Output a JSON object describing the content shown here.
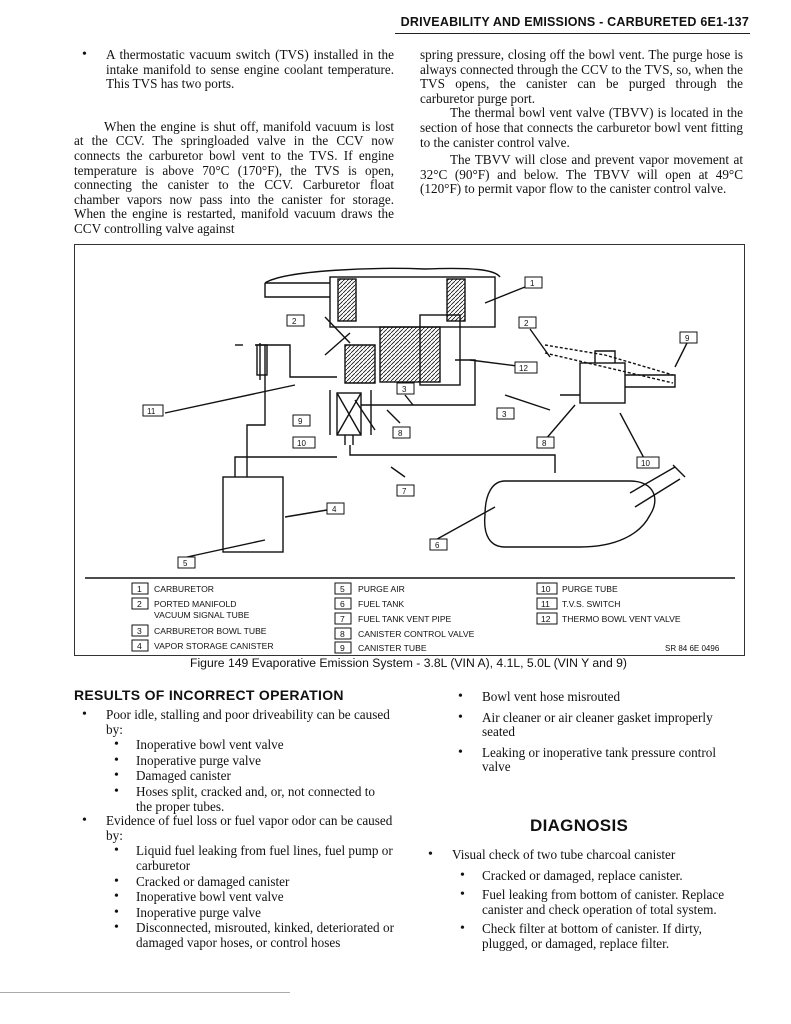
{
  "header": {
    "title": "DRIVEABILITY AND EMISSIONS - CARBURETED 6E1-137"
  },
  "intro": {
    "left_bullet": "A thermostatic vacuum switch (TVS) installed in the intake manifold to sense engine coolant temperature. This TVS has two ports.",
    "left_para": "When the engine is shut off, manifold vacuum is lost at the CCV. The springloaded valve in the CCV now connects the carburetor bowl vent to the TVS. If engine temperature is above 70°C (170°F), the TVS is open, connecting the canister to the CCV. Carburetor float chamber vapors now pass into the canister for storage. When the engine is restarted, manifold vacuum draws the CCV controlling valve against",
    "right_para1": "spring pressure, closing off the bowl vent. The purge hose is always connected through the CCV to the TVS, so, when the TVS opens, the canister can be purged through the carburetor purge port.",
    "right_para2": "The thermal bowl vent valve (TBVV) is located in the section of hose that connects the carburetor bowl vent fitting to the canister control valve.",
    "right_para3": "The TBVV will close and prevent vapor movement at 32°C (90°F) and below. The TBVV will open at 49°C (120°F) to permit vapor flow to the canister control valve."
  },
  "figure": {
    "callouts": [
      "1",
      "2",
      "2",
      "3",
      "3",
      "7",
      "8",
      "8",
      "9",
      "9",
      "10",
      "10",
      "11",
      "12",
      "4",
      "5",
      "6"
    ],
    "legend": [
      {
        "num": "1",
        "text": "CARBURETOR"
      },
      {
        "num": "2",
        "text": "PORTED MANIFOLD"
      },
      {
        "num": "",
        "text": "VACUUM SIGNAL TUBE"
      },
      {
        "num": "3",
        "text": "CARBURETOR BOWL TUBE"
      },
      {
        "num": "4",
        "text": "VAPOR STORAGE CANISTER"
      },
      {
        "num": "5",
        "text": "PURGE AIR"
      },
      {
        "num": "6",
        "text": "FUEL TANK"
      },
      {
        "num": "7",
        "text": "FUEL TANK VENT PIPE"
      },
      {
        "num": "8",
        "text": "CANISTER CONTROL VALVE"
      },
      {
        "num": "9",
        "text": "CANISTER TUBE"
      },
      {
        "num": "10",
        "text": "PURGE TUBE"
      },
      {
        "num": "11",
        "text": "T.V.S. SWITCH"
      },
      {
        "num": "12",
        "text": "THERMO BOWL VENT VALVE"
      }
    ],
    "ref": "SR 84 6E 0496",
    "caption": "Figure 149 Evaporative Emission System - 3.8L (VIN A), 4.1L, 5.0L (VIN Y and 9)"
  },
  "results": {
    "title": "RESULTS OF INCORRECT OPERATION",
    "b1": "Poor idle, stalling and poor driveability can be caused by:",
    "b1_items": [
      "Inoperative bowl vent valve",
      "Inoperative purge valve",
      "Damaged canister",
      "Hoses split, cracked and, or, not connected to the proper tubes."
    ],
    "b2": "Evidence of fuel loss or fuel vapor odor can be caused by:",
    "b2_items": [
      "Liquid fuel leaking from fuel lines, fuel pump or carburetor",
      "Cracked or damaged canister",
      "Inoperative bowl vent valve",
      "Inoperative purge valve",
      "Disconnected, misrouted, kinked, deteriorated or damaged vapor hoses, or control hoses"
    ],
    "right_items": [
      "Bowl vent hose misrouted",
      "Air cleaner or air cleaner gasket improperly seated",
      "Leaking or inoperative tank pressure control valve"
    ]
  },
  "diagnosis": {
    "title": "DIAGNOSIS",
    "main": "Visual check of two tube charcoal canister",
    "items": [
      "Cracked or damaged, replace canister.",
      "Fuel leaking from bottom of canister. Replace canister and check operation of total system.",
      "Check filter at bottom of canister. If dirty, plugged, or damaged, replace filter."
    ]
  }
}
